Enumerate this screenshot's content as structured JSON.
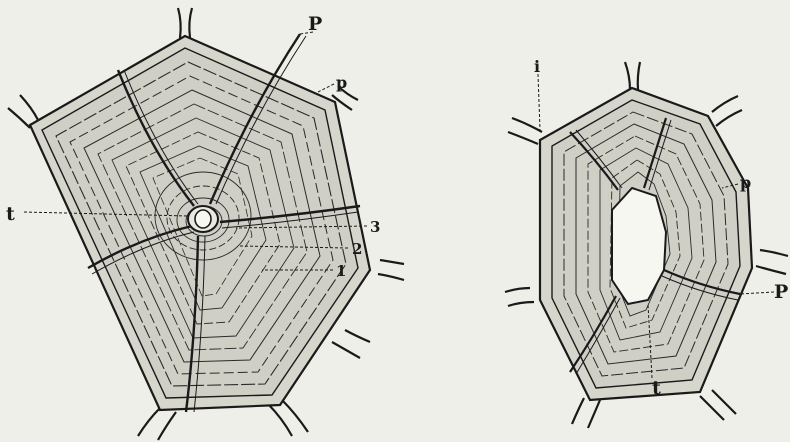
{
  "figure": {
    "left_cell": {
      "labels": {
        "pit_canal_upper": "P",
        "primary_wall": "p",
        "lumen": "t",
        "layer_3": "3",
        "layer_2": "2",
        "layer_1": "1"
      }
    },
    "right_cell": {
      "labels": {
        "intercellular": "i",
        "primary_wall": "p",
        "pit_canal": "P",
        "lumen": "t"
      }
    }
  },
  "colors": {
    "background": "#efefe9",
    "ink": "#1a1a1a",
    "wall_shading": "#cfcfc6",
    "lumen": "#f7f7f2"
  }
}
